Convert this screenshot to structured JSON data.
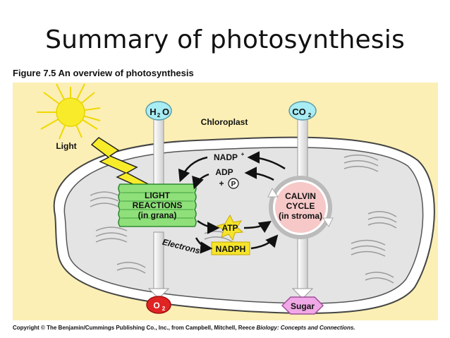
{
  "slide": {
    "title": "Summary of photosynthesis"
  },
  "figure": {
    "caption": "Figure 7.5  An overview of photosynthesis",
    "labels": {
      "chloroplast": "Chloroplast",
      "light": "Light",
      "h2o": "H",
      "h2o_sub": "2",
      "h2o_tail": "O",
      "co2": "CO",
      "co2_sub": "2",
      "o2": "O",
      "o2_sub": "2",
      "sugar": "Sugar",
      "light_reactions_line1": "LIGHT",
      "light_reactions_line2": "REACTIONS",
      "light_reactions_line3": "(in grana)",
      "calvin_line1": "CALVIN",
      "calvin_line2": "CYCLE",
      "calvin_line3": "(in stroma)",
      "nadp": "NADP",
      "nadp_sup": "+",
      "adp": "ADP",
      "plus": "+",
      "p": "P",
      "atp": "ATP",
      "nadph": "NADPH",
      "electrons": "Electrons"
    },
    "colors": {
      "panel_background": "#fbefb5",
      "chloroplast_fill": "#e4e4e4",
      "grana": "#8fe07a",
      "calvin": "#f6c8c8",
      "water_bubble": "#a8ecf4",
      "o2_bubble": "#e02424",
      "sugar": "#f0a8e6",
      "atp_star": "#f5e42a",
      "nadph_box": "#f5e42a",
      "sun": "#f8ec2a"
    }
  },
  "copyright": {
    "text": "Copyright © The Benjamin/Cummings Publishing Co., Inc., from Campbell, Mitchell, Reece ",
    "book": "Biology: Concepts and Connections."
  }
}
